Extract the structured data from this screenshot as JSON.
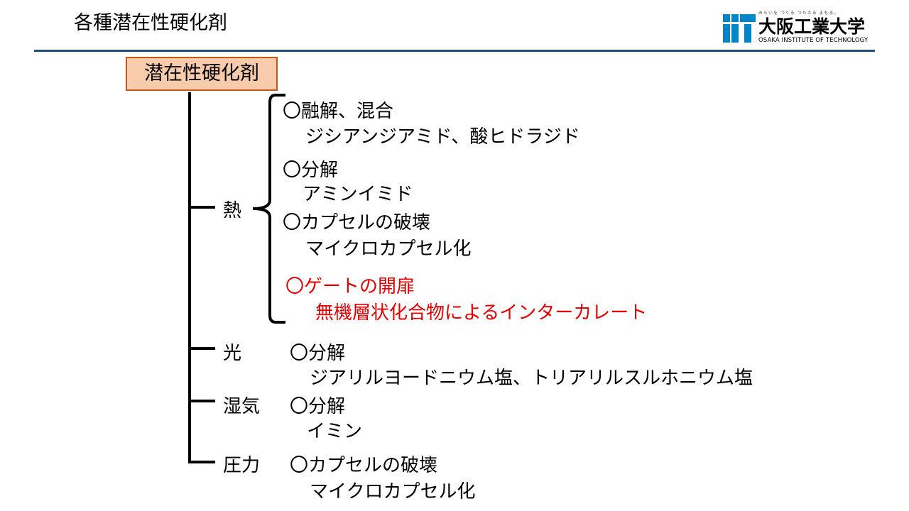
{
  "slide": {
    "title": "各種潜在性硬化剤",
    "logo": {
      "tagline": "みらいを つくる つたえる まもる。",
      "name": "大阪工業大学",
      "english": "OSAKA INSTITUTE OF TECHNOLOGY"
    },
    "root_label": "潜在性硬化剤",
    "branches": {
      "heat": {
        "label": "熱",
        "items": [
          {
            "method": "〇融解、混合",
            "example": "ジシアンジアミド、酸ヒドラジド"
          },
          {
            "method": "〇分解",
            "example": "アミンイミド"
          },
          {
            "method": "〇カプセルの破壊",
            "example": "マイクロカプセル化"
          },
          {
            "method": "〇ゲートの開扉",
            "example": "無機層状化合物によるインターカレート"
          }
        ]
      },
      "light": {
        "label": "光",
        "method": "〇分解",
        "example": "ジアリルヨードニウム塩、トリアリルスルホニウム塩"
      },
      "moisture": {
        "label": "湿気",
        "method": "〇分解",
        "example": "イミン"
      },
      "pressure": {
        "label": "圧力",
        "method": "〇カプセルの破壊",
        "example": "マイクロカプセル化"
      }
    },
    "colors": {
      "rule": "#1f4e79",
      "root_fill": "#f8cbad",
      "root_border": "#c55a11",
      "highlight": "#e00000",
      "logo_blue": "#0085c7"
    }
  }
}
